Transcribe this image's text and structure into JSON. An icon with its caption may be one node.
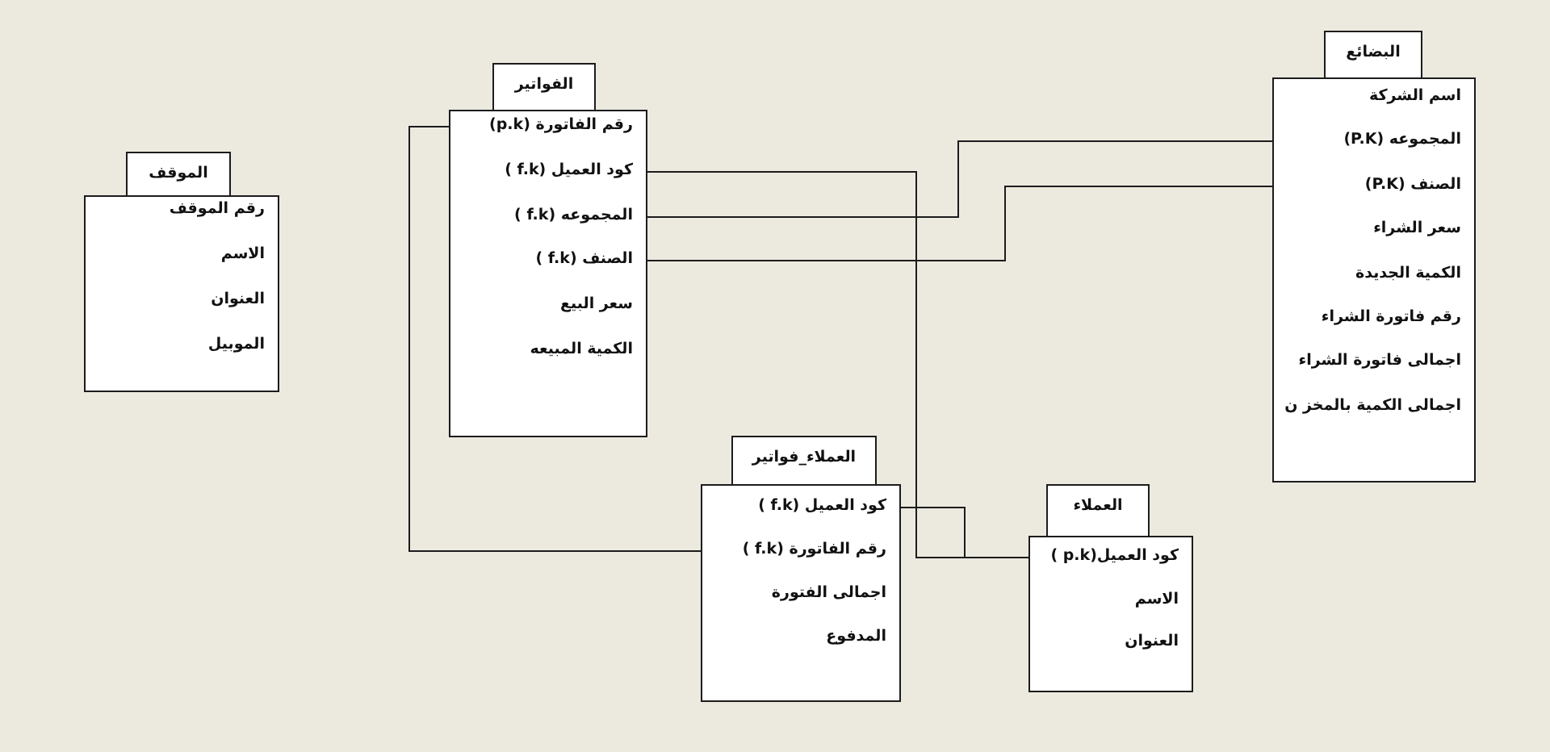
{
  "diagram": {
    "nodes": [
      {
        "text": [
          "الموقف"
        ]
      },
      {
        "text": [
          "رقم الموقف",
          "الاسم",
          "العنوان",
          "الموبيل"
        ]
      },
      {
        "text": [
          "الفواتير"
        ]
      },
      {
        "text": [
          "رقم الفاتورة (p.k)",
          "كود العميل (f.k )",
          "المجموعه (f.k )",
          "الصنف (f.k )",
          "سعر البيع",
          "الكمية المبيعه"
        ]
      },
      {
        "text": [
          "البضائع"
        ]
      },
      {
        "text": [
          "اسم الشركة",
          "المجموعه (P.K)",
          "الصنف (P.K)",
          "سعر الشراء",
          "الكمية الجديدة",
          "رقم فاتورة الشراء",
          "اجمالى فاتورة الشراء",
          "اجمالى الكمية بالمخز ن"
        ]
      },
      {
        "text": [
          "العملاء_فواتير"
        ]
      },
      {
        "text": [
          "كود العميل (f.k )",
          "رقم الفاتورة (f.k )",
          "اجمالى الفتورة",
          "المدفوع"
        ]
      },
      {
        "text": [
          "العملاء"
        ]
      },
      {
        "text": [
          "كود العميل(p.k )",
          "الاسم",
          "العنوان"
        ]
      }
    ],
    "edges": [
      {
        "from": 3,
        "to": 9,
        "arrow": "none"
      },
      {
        "from": 7,
        "to": 9,
        "arrow": "none"
      },
      {
        "from": 7,
        "to": 3,
        "arrow": "none"
      },
      {
        "from": 3,
        "to": 5,
        "arrow": "none"
      },
      {
        "from": 3,
        "to": 5,
        "arrow": "none"
      }
    ]
  }
}
